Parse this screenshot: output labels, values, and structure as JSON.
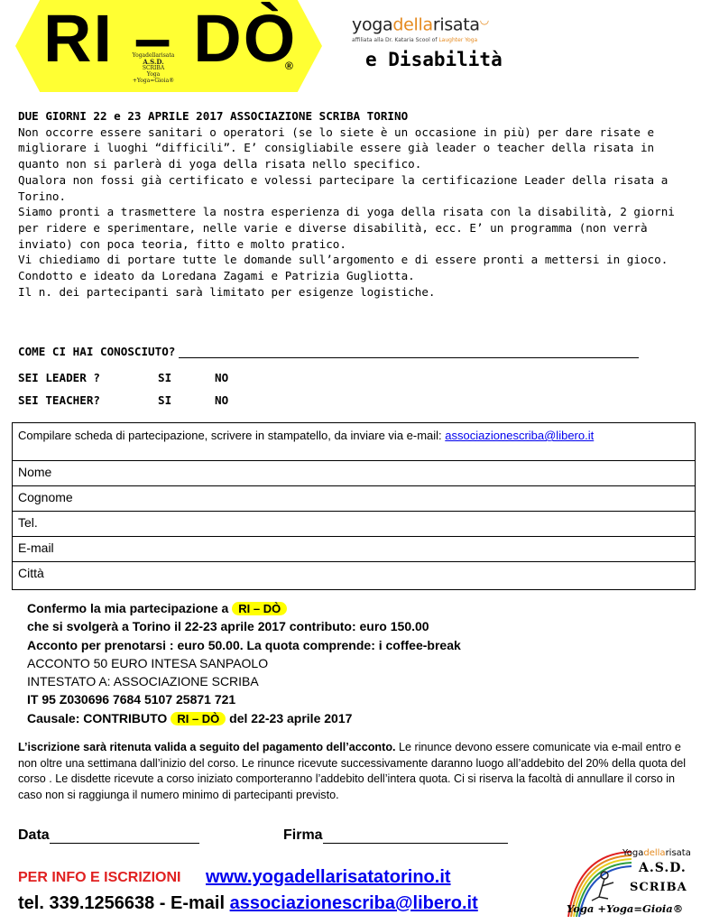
{
  "header": {
    "logo_text": "RI – DÒ",
    "registered_mark": "®",
    "badge_line1": "Yogadellarisata",
    "badge_asd": "A.S.D.",
    "badge_scriba": "SCRIBA",
    "badge_motto": "Yoga +Yoga=Gioia®",
    "yoga_logo_part1": "yoga",
    "yoga_logo_part2": "della",
    "yoga_logo_part3": "risata",
    "yoga_sub_1": "affiliata alla Dr. Kataria Scool of ",
    "yoga_sub_2": "Laughter Yoga",
    "subtitle": "e Disabilità"
  },
  "intro": {
    "heading": "DUE GIORNI 22 e 23 APRILE 2017 ASSOCIAZIONE SCRIBA TORINO",
    "paragraphs": [
      "Non occorre essere sanitari o operatori (se lo siete è un occasione in più) per dare risate e migliorare i luoghi “difficili”. E’ consigliabile  essere già leader o teacher della risata in quanto non si parlerà di yoga della risata nello specifico.",
      "Qualora non fossi già certificato e volessi partecipare la certificazione Leader della risata a Torino.",
      "Siamo pronti a trasmettere la nostra esperienza di yoga della risata con la disabilità, 2 giorni per ridere e sperimentare, nelle varie e diverse disabilità, ecc. E’ un programma (non verrà inviato) con poca teoria, fitto e molto pratico.",
      "Vi chiediamo di portare tutte le domande sull’argomento e di essere pronti a mettersi in gioco.",
      "Condotto e ideato da Loredana Zagami e Patrizia Gugliotta.",
      "Il n. dei partecipanti sarà limitato per esigenze logistiche."
    ]
  },
  "questions": {
    "how_known": "COME CI HAI CONOSCIUTO?",
    "leader": "SEI   LEADER ?",
    "teacher": "SEI  TEACHER?",
    "yes": "SI",
    "no": "NO"
  },
  "form": {
    "instructions": "Compilare scheda di partecipazione, scrivere in stampatello, da inviare via e-mail: ",
    "email_link": "associazionescriba@libero.it",
    "fields": [
      "Nome",
      "Cognome",
      "Tel.",
      "E-mail",
      "Città"
    ]
  },
  "confirm": {
    "line1": "Confermo la mia partecipazione a",
    "event_tag": "RI – DÒ",
    "line2": "che si svolgerà a Torino il 22-23 aprile 2017  contributo: euro 150.00",
    "line3": "Acconto per prenotarsi : euro 50.00.   La quota comprende: i coffee-break",
    "line4": "ACCONTO 50 EURO  INTESA SANPAOLO",
    "line5": "INTESTATO A:  ASSOCIAZIONE SCRIBA",
    "line6": "IT 95 Z030696 7684 5107 25871 721",
    "causale_label": "Causale: CONTRIBUTO",
    "causale_tag": "RI – DÒ",
    "causale_date": " del  22-23 aprile 2017"
  },
  "terms": {
    "bold_part": "L’iscrizione sarà ritenuta valida a seguito del pagamento dell’acconto.",
    "rest": " Le rinunce devono essere comunicate via e-mail entro e non oltre una settimana dall’inizio del corso. Le rinunce ricevute successivamente daranno luogo all’addebito del 20% della quota del corso . Le disdette ricevute a corso iniziato comporteranno l’addebito dell’intera quota. Ci si riserva la facoltà di annullare il corso in caso non si raggiunga il numero minimo di partecipanti previsto."
  },
  "signature": {
    "date_label": "Data",
    "sign_label": "Firma"
  },
  "footer": {
    "info_label": "PER INFO E ISCRIZIONI",
    "website": "www.yogadellarisatatorino.it",
    "phone": "tel. 339.1256638  - E-mail  ",
    "email": "associazionescriba@libero.it",
    "badge_top_1": "Yoga",
    "badge_top_2": "della",
    "badge_top_3": "risata",
    "badge_asd": "A.S.D.",
    "badge_scriba": "SCRIBA",
    "badge_motto": "Yoga +Yoga=Gioia®"
  },
  "colors": {
    "logo_yellow": "#ffff33",
    "highlight": "#ffff00",
    "brand_orange": "#e58a1f",
    "info_red": "#e02020",
    "link_blue": "#0000ee"
  }
}
